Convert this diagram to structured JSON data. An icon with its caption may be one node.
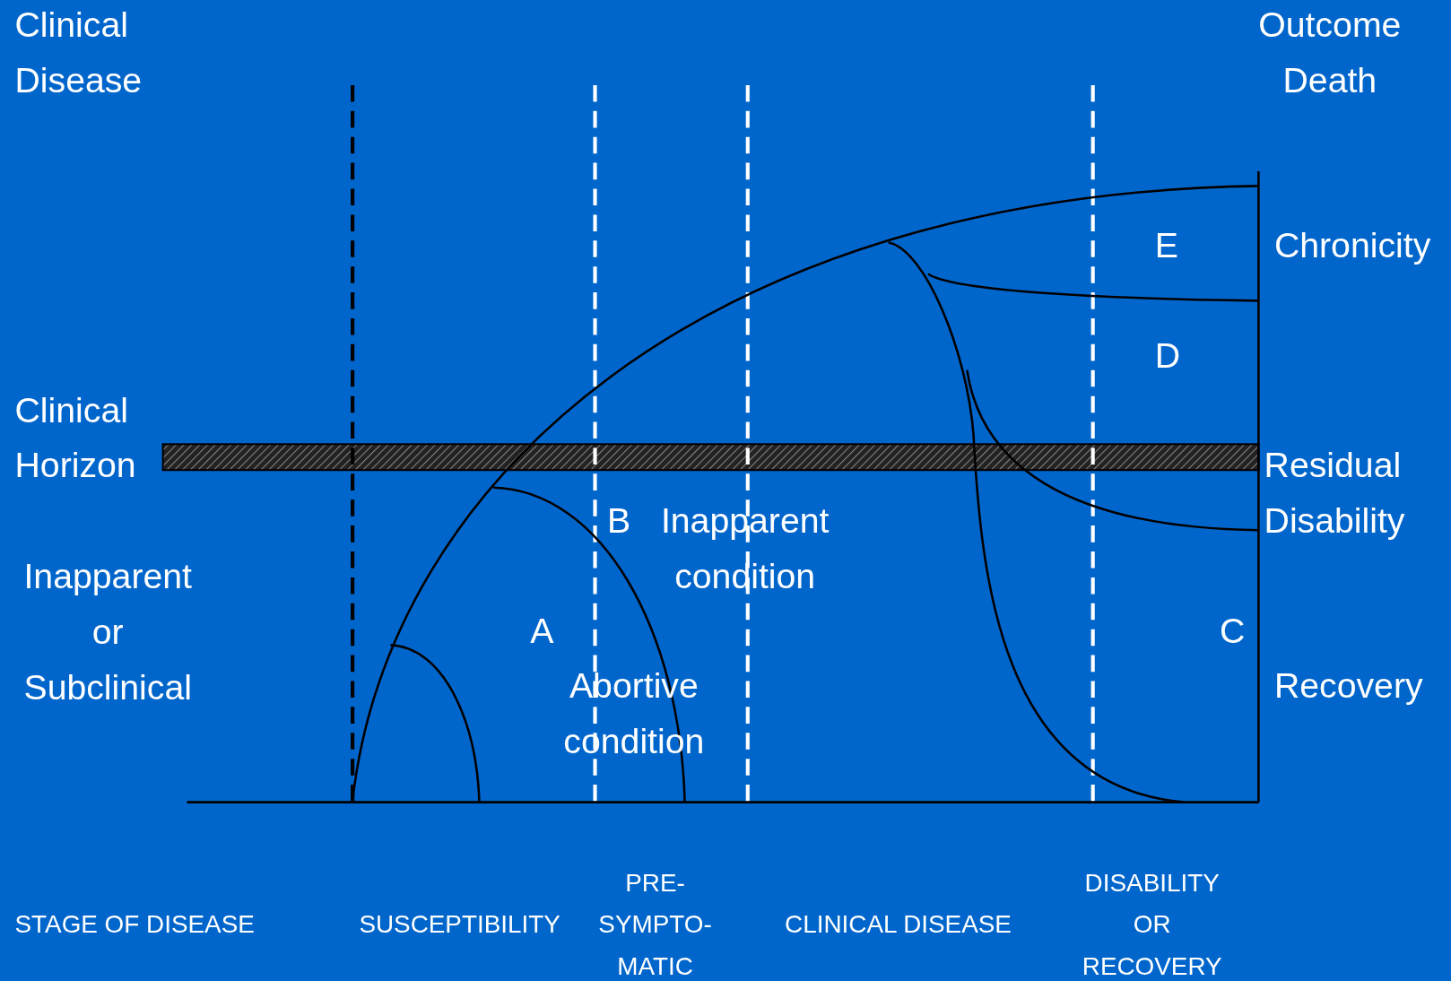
{
  "diagram": {
    "labels": [
      "Clinical Disease",
      "Outcome Death",
      "E",
      "Chronicity",
      "D",
      "Clinical Horizon",
      "Residual Disability",
      "B",
      "Inapparent condition",
      "Inapparent or Subclinical",
      "A",
      "C",
      "Recovery",
      "Abortive condition",
      "STAGE OF DISEASE",
      "SUSCEPTIBILITY",
      "PRE- SYMPTO- MATIC",
      "CLINICAL DISEASE",
      "DISABILITY OR RECOVERY"
    ]
  }
}
